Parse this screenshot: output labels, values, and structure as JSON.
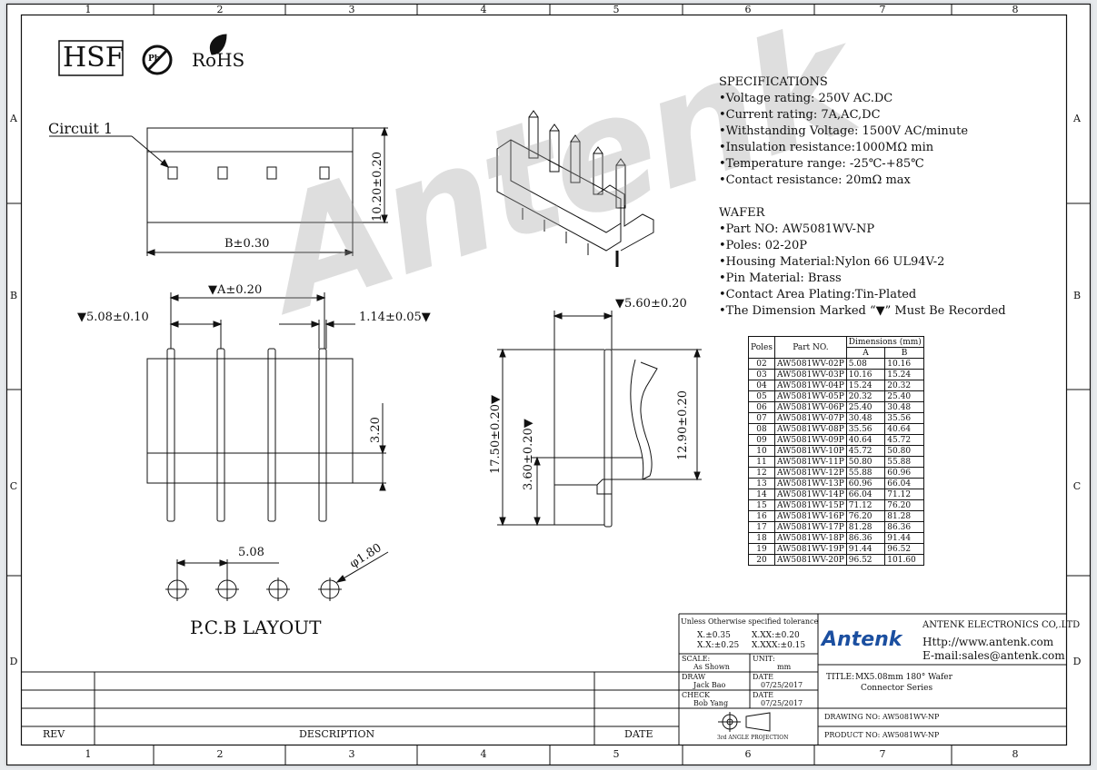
{
  "frame": {
    "top_zones": [
      "1",
      "2",
      "3",
      "4",
      "5",
      "6",
      "7",
      "8"
    ],
    "side_zones": [
      "A",
      "B",
      "C",
      "D"
    ]
  },
  "logos": {
    "hsf": "HSF",
    "pb": "Pb",
    "rohs": "RoHS"
  },
  "drawing": {
    "circuit_label": "Circuit 1",
    "dim_height_top": "10.20±0.20",
    "dim_b": "B±0.30",
    "dim_a": "▼A±0.20",
    "dim_pitch": "▼5.08±0.10",
    "dim_pin_width": "1.14±0.05▼",
    "dim_320": "3.20",
    "dim_side_offset": "▼5.60±0.20",
    "dim_total_height": "17.50±0.20▼",
    "dim_base_height": "3.60±0.20▼",
    "dim_pin_height": "12.90±0.20",
    "pcb_pitch": "5.08",
    "pcb_hole": "φ1.80",
    "pcb_title": "P.C.B LAYOUT"
  },
  "specifications": {
    "heading": "SPECIFICATIONS",
    "items": [
      "•Voltage rating: 250V AC.DC",
      "•Current rating: 7A,AC,DC",
      "•Withstanding Voltage: 1500V AC/minute",
      "•Insulation resistance:1000MΩ min",
      "•Temperature range: -25℃-+85℃",
      "•Contact resistance: 20mΩ max"
    ]
  },
  "wafer": {
    "heading": "WAFER",
    "items": [
      "•Part NO: AW5081WV-NP",
      "•Poles: 02-20P",
      "•Housing Material:Nylon 66 UL94V-2",
      "•Pin Material: Brass",
      "•Contact Area Plating:Tin-Plated",
      "•The Dimension Marked “▼” Must Be Recorded"
    ]
  },
  "parts_table": {
    "col_poles": "Poles",
    "col_part": "Part NO.",
    "col_dims": "Dimensions (mm)",
    "col_a": "A",
    "col_b": "B",
    "rows": [
      [
        "02",
        "AW5081WV-02P",
        "5.08",
        "10.16"
      ],
      [
        "03",
        "AW5081WV-03P",
        "10.16",
        "15.24"
      ],
      [
        "04",
        "AW5081WV-04P",
        "15.24",
        "20.32"
      ],
      [
        "05",
        "AW5081WV-05P",
        "20.32",
        "25.40"
      ],
      [
        "06",
        "AW5081WV-06P",
        "25.40",
        "30.48"
      ],
      [
        "07",
        "AW5081WV-07P",
        "30.48",
        "35.56"
      ],
      [
        "08",
        "AW5081WV-08P",
        "35.56",
        "40.64"
      ],
      [
        "09",
        "AW5081WV-09P",
        "40.64",
        "45.72"
      ],
      [
        "10",
        "AW5081WV-10P",
        "45.72",
        "50.80"
      ],
      [
        "11",
        "AW5081WV-11P",
        "50.80",
        "55.88"
      ],
      [
        "12",
        "AW5081WV-12P",
        "55.88",
        "60.96"
      ],
      [
        "13",
        "AW5081WV-13P",
        "60.96",
        "66.04"
      ],
      [
        "14",
        "AW5081WV-14P",
        "66.04",
        "71.12"
      ],
      [
        "15",
        "AW5081WV-15P",
        "71.12",
        "76.20"
      ],
      [
        "16",
        "AW5081WV-16P",
        "76.20",
        "81.28"
      ],
      [
        "17",
        "AW5081WV-17P",
        "81.28",
        "86.36"
      ],
      [
        "18",
        "AW5081WV-18P",
        "86.36",
        "91.44"
      ],
      [
        "19",
        "AW5081WV-19P",
        "91.44",
        "96.52"
      ],
      [
        "20",
        "AW5081WV-20P",
        "96.52",
        "101.60"
      ]
    ]
  },
  "watermark": "Antenk",
  "title_block": {
    "tolerance_heading": "Unless Otherwise specified tolerance",
    "tol_1": "X.±0.35",
    "tol_2": "X.XX:±0.20",
    "tol_3": "X.X:±0.25",
    "tol_4": "X.XXX:±0.15",
    "scale_label": "SCALE:",
    "scale_value": "As Shown",
    "unit_label": "UNIT:",
    "unit_value": "mm",
    "draw_label": "DRAW",
    "draw_value": "Jack Bao",
    "date_label": "DATE",
    "draw_date": "07/25/2017",
    "check_label": "CHECK",
    "check_value": "Bob Yang",
    "check_date": "07/25/2017",
    "projection": "3rd ANGLE PROJECTION",
    "company_logo": "Antenk",
    "company": "ANTENK ELECTRONICS CO,.LTD",
    "website": "Http://www.antenk.com",
    "email": "E-mail:sales@antenk.com",
    "title_label": "TITLE:",
    "title_line1": "MX5.08mm 180° Wafer",
    "title_line2": "Connector Series",
    "drawing_no": "DRAWING NO: AW5081WV-NP",
    "product_no": "PRODUCT NO: AW5081WV-NP"
  },
  "revision_block": {
    "rev": "REV",
    "description": "DESCRIPTION",
    "date": "DATE"
  }
}
